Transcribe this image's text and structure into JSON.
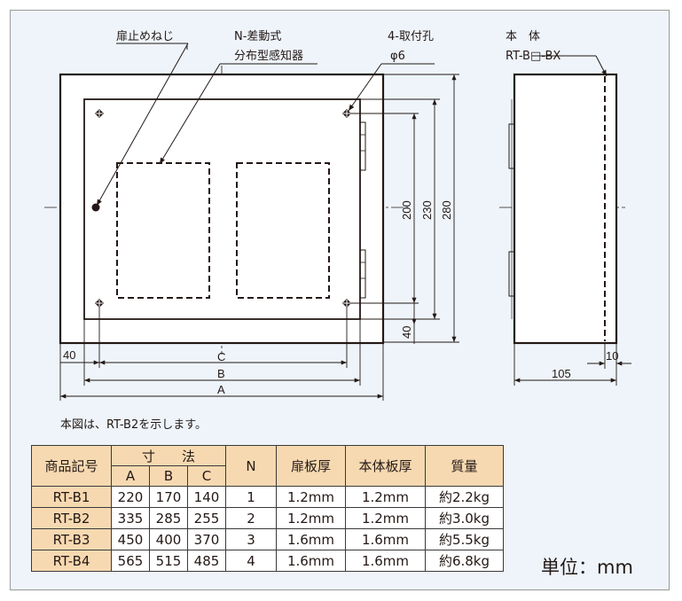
{
  "labels": {
    "door_stop_screw": "扉止めねじ",
    "sensor_line1": "N-差動式",
    "sensor_line2": "分布型感知器",
    "mount_holes_line1": "4-取付孔",
    "mount_holes_line2": "φ6",
    "body_line1": "本　体",
    "body_line2": "RT-B□-BX"
  },
  "dimensions": {
    "front": {
      "d200": "200",
      "d230": "230",
      "d280": "280",
      "d40_right": "40",
      "d40_left": "40",
      "C": "C",
      "B": "B",
      "A": "A"
    },
    "side": {
      "d10": "10",
      "d105": "105"
    }
  },
  "note": "本図は、RT-B2を示します。",
  "table": {
    "headers": {
      "model": "商品記号",
      "dims_group": "寸　　法",
      "A": "A",
      "B": "B",
      "C": "C",
      "N": "N",
      "door_thickness": "扉板厚",
      "body_thickness": "本体板厚",
      "mass": "質量"
    },
    "rows": [
      {
        "model": "RT-B1",
        "A": "220",
        "B": "170",
        "C": "140",
        "N": "1",
        "door": "1.2mm",
        "body": "1.2mm",
        "mass": "約2.2kg"
      },
      {
        "model": "RT-B2",
        "A": "335",
        "B": "285",
        "C": "255",
        "N": "2",
        "door": "1.2mm",
        "body": "1.2mm",
        "mass": "約3.0kg"
      },
      {
        "model": "RT-B3",
        "A": "450",
        "B": "400",
        "C": "370",
        "N": "3",
        "door": "1.6mm",
        "body": "1.6mm",
        "mass": "約5.5kg"
      },
      {
        "model": "RT-B4",
        "A": "565",
        "B": "515",
        "C": "485",
        "N": "4",
        "door": "1.6mm",
        "body": "1.6mm",
        "mass": "約6.8kg"
      }
    ]
  },
  "unit": "単位：mm",
  "colors": {
    "frame_bg": "#eef4fa",
    "header_bg": "#f7d9b1",
    "line": "#231815"
  }
}
